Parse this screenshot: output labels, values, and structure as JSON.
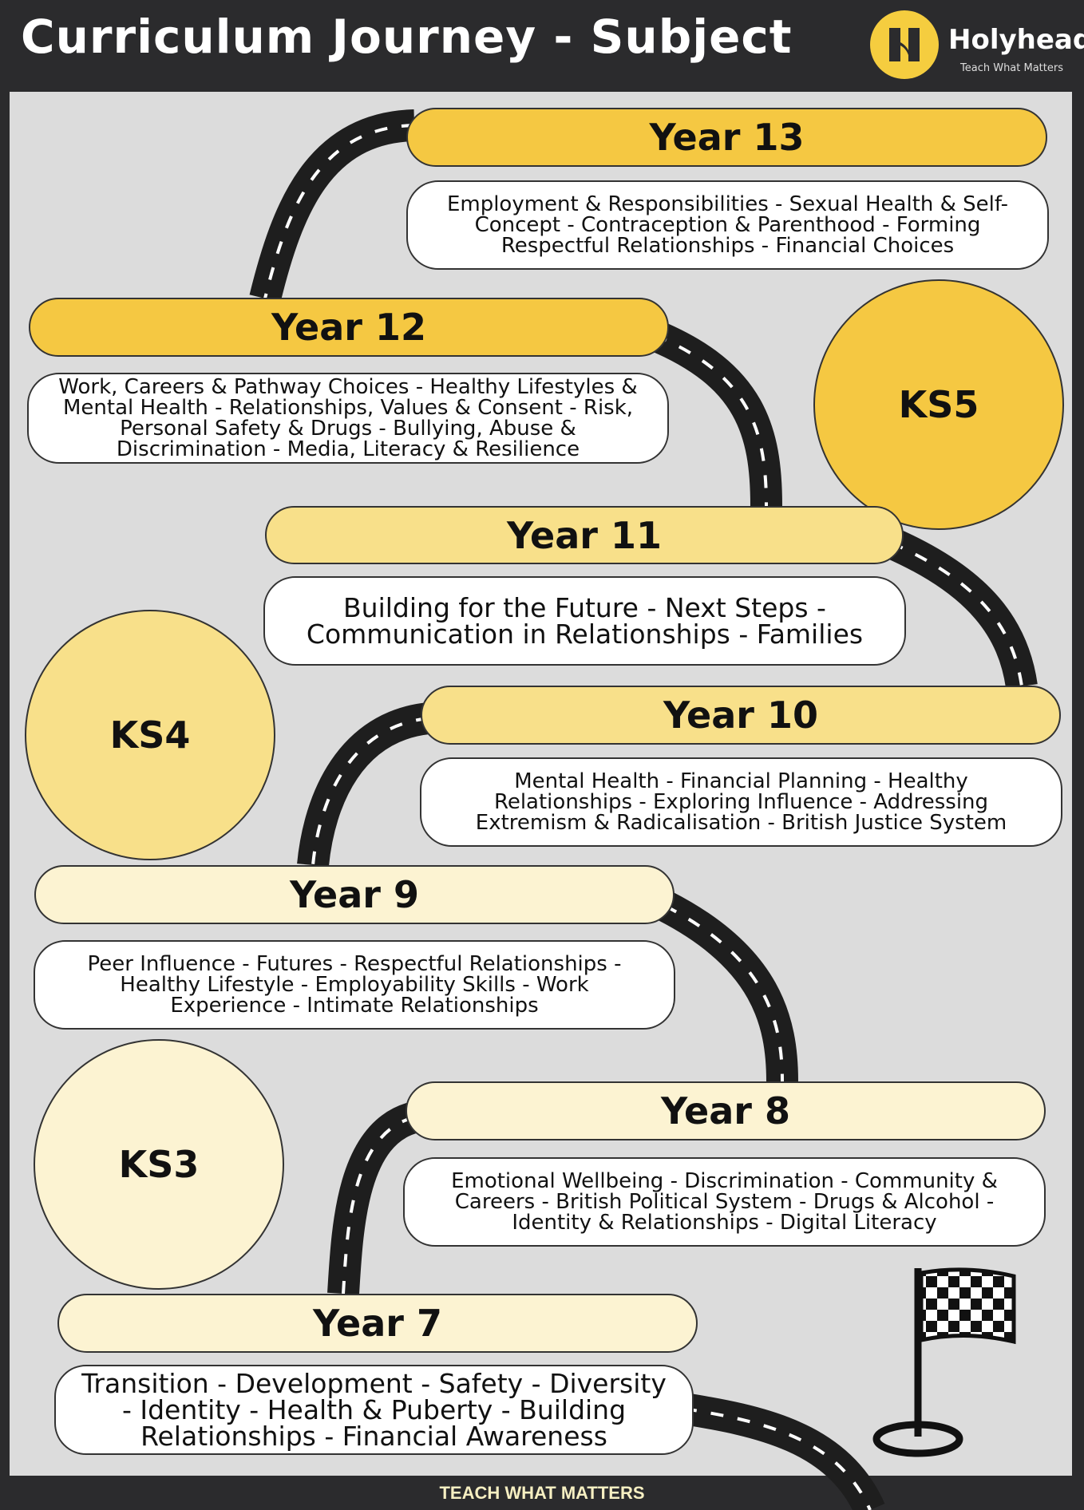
{
  "header": {
    "title": "Curriculum Journey - Subject",
    "logo_name": "Holyhead",
    "logo_tagline": "Teach What Matters"
  },
  "years": [
    {
      "label": "Year 13",
      "topics": "Employment & Responsibilities - Sexual Health & Self-Concept - Contraception & Parenthood - Forming Respectful Relationships - Financial Choices"
    },
    {
      "label": "Year 12",
      "topics": "Work, Careers & Pathway Choices - Healthy Lifestyles & Mental Health - Relationships, Values & Consent - Risk, Personal Safety & Drugs - Bullying, Abuse & Discrimination - Media, Literacy & Resilience"
    },
    {
      "label": "Year 11",
      "topics": "Building for the Future - Next Steps - Communication in Relationships - Families"
    },
    {
      "label": "Year 10",
      "topics": "Mental Health - Financial Planning - Healthy Relationships - Exploring Influence - Addressing Extremism & Radicalisation - British Justice System"
    },
    {
      "label": "Year 9",
      "topics": "Peer Influence - Futures - Respectful Relationships - Healthy Lifestyle - Employability Skills - Work Experience - Intimate Relationships"
    },
    {
      "label": "Year 8",
      "topics": "Emotional Wellbeing - Discrimination - Community & Careers - British Political System - Drugs & Alcohol - Identity & Relationships - Digital Literacy"
    },
    {
      "label": "Year 7",
      "topics": "Transition - Development - Safety - Diversity - Identity - Health & Puberty - Building Relationships - Financial Awareness"
    }
  ],
  "key_stages": [
    "KS5",
    "KS4",
    "KS3"
  ],
  "footer": "TEACH WHAT MATTERS",
  "colors": {
    "ks5": "#f5c842",
    "ks4": "#f8e08a",
    "ks3": "#fcf3d2",
    "header": "#2b2b2d"
  }
}
